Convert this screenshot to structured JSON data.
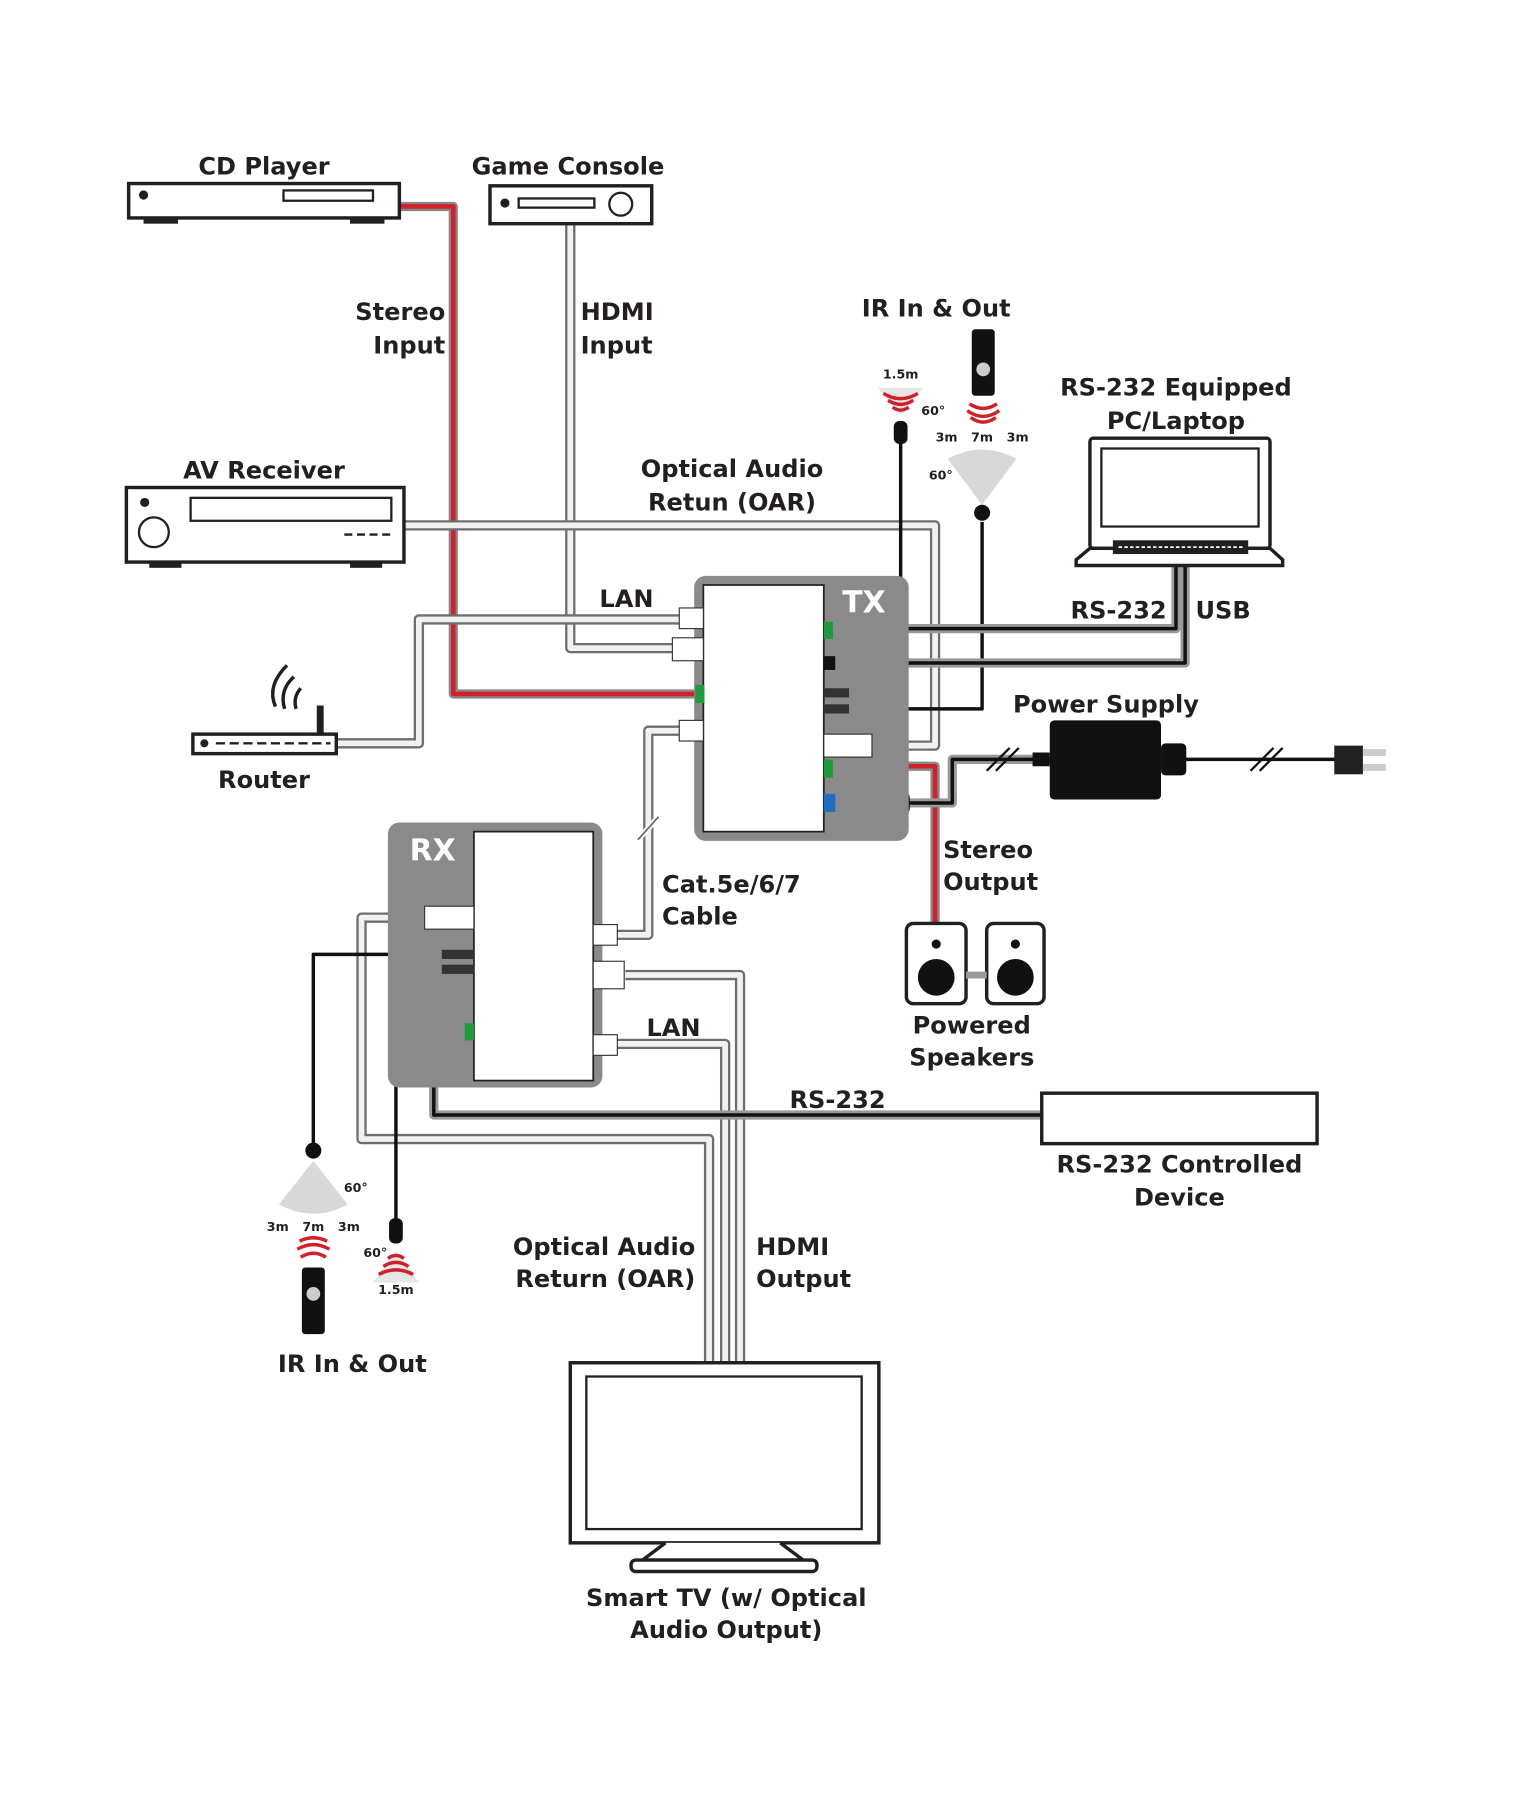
{
  "devices": {
    "cd_player": "CD Player",
    "game_console": "Game Console",
    "av_receiver": "AV Receiver",
    "router": "Router",
    "pc_laptop": [
      "RS-232 Equipped",
      "PC/Laptop"
    ],
    "power_supply": "Power Supply",
    "powered_speakers": [
      "Powered",
      "Speakers"
    ],
    "rs232_device": [
      "RS-232 Controlled",
      "Device"
    ],
    "smart_tv": [
      "Smart TV (w/ Optical",
      "Audio Output)"
    ],
    "tx": "TX",
    "rx": "RX"
  },
  "cables": {
    "stereo_input": [
      "Stereo",
      "Input"
    ],
    "hdmi_input": [
      "HDMI",
      "Input"
    ],
    "oar_top": [
      "Optical Audio",
      "Retun (OAR)"
    ],
    "lan_top": "LAN",
    "rs232_top": "RS-232",
    "usb": "USB",
    "stereo_output": [
      "Stereo",
      "Output"
    ],
    "cat_cable": [
      "Cat.5e/6/7",
      "Cable"
    ],
    "lan_bottom": "LAN",
    "rs232_bottom": "RS-232",
    "oar_bottom": [
      "Optical Audio",
      "Return (OAR)"
    ],
    "hdmi_output": [
      "HDMI",
      "Output"
    ]
  },
  "ir": {
    "top_label": "IR In & Out",
    "bottom_label": "IR In & Out",
    "emitter_range": "1.5m",
    "emitter_angle": "60°",
    "receiver_angle": "60°",
    "receiver_side": "3m",
    "receiver_center": "7m"
  },
  "colors": {
    "audio_cable": "#d0202a",
    "enclosure": "#8a8a8a",
    "phoenix_green": "#1f9a3e",
    "power_blue": "#1e6fc0"
  }
}
